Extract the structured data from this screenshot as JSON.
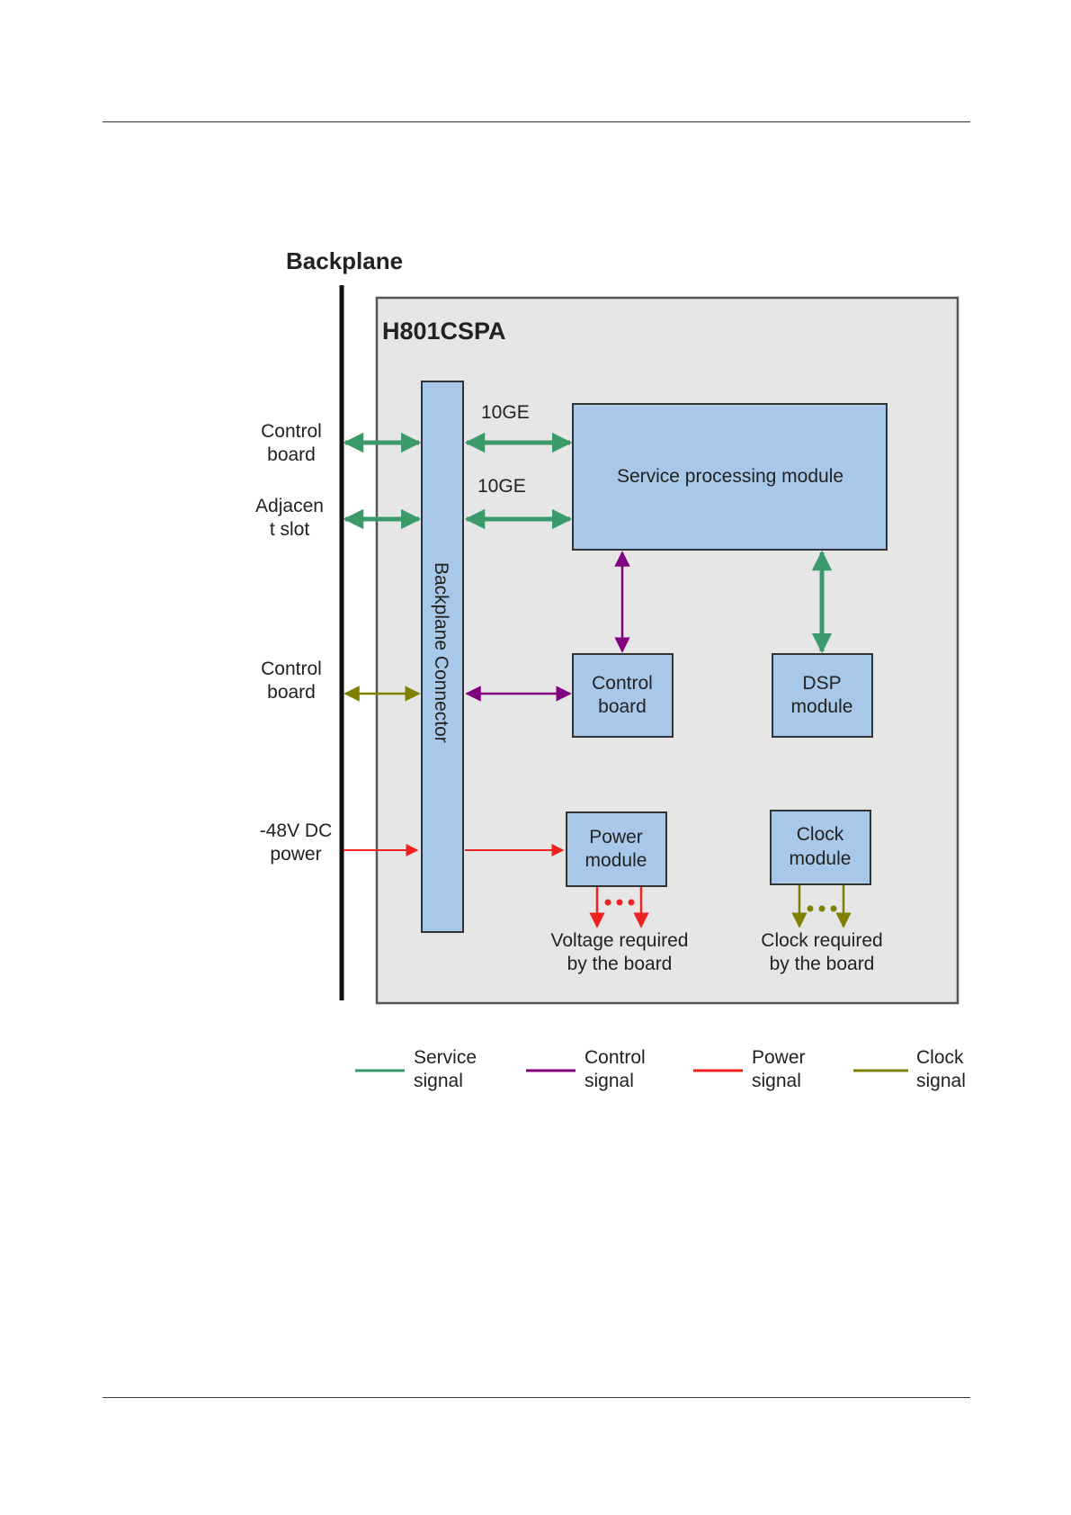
{
  "diagram": {
    "backplane_title": "Backplane",
    "board_title": "H801CSPA",
    "connector_label": "Backplane Connector",
    "left_labels": {
      "control_board_1": [
        "Control",
        "board"
      ],
      "adjacent_slot": [
        "Adjacen",
        "t slot"
      ],
      "control_board_2": [
        "Control",
        "board"
      ],
      "power_input": [
        "-48V DC",
        "power"
      ]
    },
    "link_labels": {
      "ge_top": "10GE",
      "ge_bottom": "10GE"
    },
    "modules": {
      "service": "Service processing module",
      "control": [
        "Control",
        "board"
      ],
      "dsp": [
        "DSP",
        "module"
      ],
      "power": [
        "Power",
        "module"
      ],
      "clock": [
        "Clock",
        "module"
      ]
    },
    "outputs": {
      "voltage": [
        "Voltage required",
        "by the board"
      ],
      "clock": [
        "Clock required",
        "by the board"
      ]
    },
    "legend": [
      {
        "line1": "Service",
        "line2": "signal",
        "color": "#3a9a6a"
      },
      {
        "line1": "Control",
        "line2": "signal",
        "color": "#800080"
      },
      {
        "line1": "Power",
        "line2": "signal",
        "color": "#ee2222"
      },
      {
        "line1": "Clock",
        "line2": "signal",
        "color": "#808000"
      }
    ],
    "colors": {
      "service": "#3a9a6a",
      "control": "#800080",
      "power": "#ee2222",
      "clock": "#808000",
      "module_fill": "#a7c8e8",
      "board_fill": "#e6e6e6"
    }
  }
}
